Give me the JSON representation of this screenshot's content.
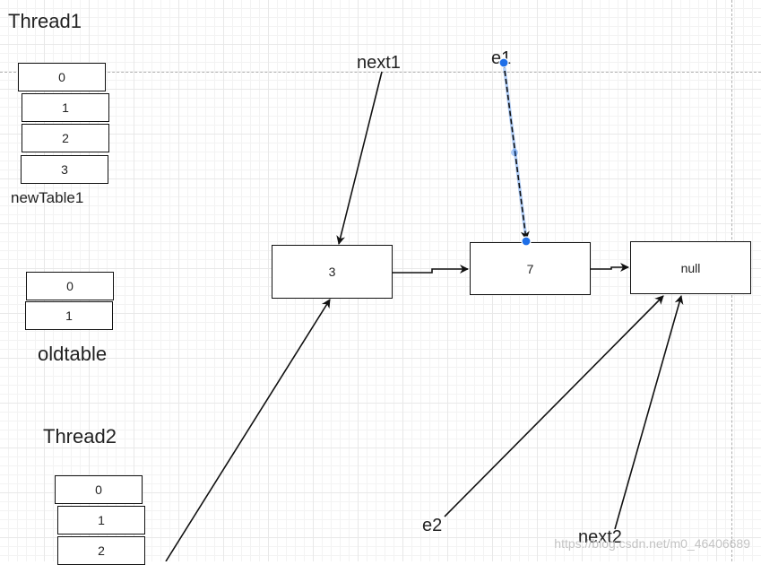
{
  "thread1": {
    "title": "Thread1",
    "new_table_label": "newTable1",
    "cells": [
      "0",
      "1",
      "2",
      "3"
    ]
  },
  "old_table": {
    "label": "oldtable",
    "cells": [
      "0",
      "1"
    ]
  },
  "thread2": {
    "title": "Thread2",
    "cells": [
      "0",
      "1",
      "2"
    ]
  },
  "linked_list": {
    "nodes": [
      "3",
      "7",
      "null"
    ]
  },
  "pointers": {
    "next1": "next1",
    "e1": "e1",
    "e2": "e2",
    "next2": "next2"
  },
  "colors": {
    "selection": "#1e6fe8",
    "stroke": "#111111"
  },
  "watermark": "https://blog.csdn.net/m0_46406689"
}
